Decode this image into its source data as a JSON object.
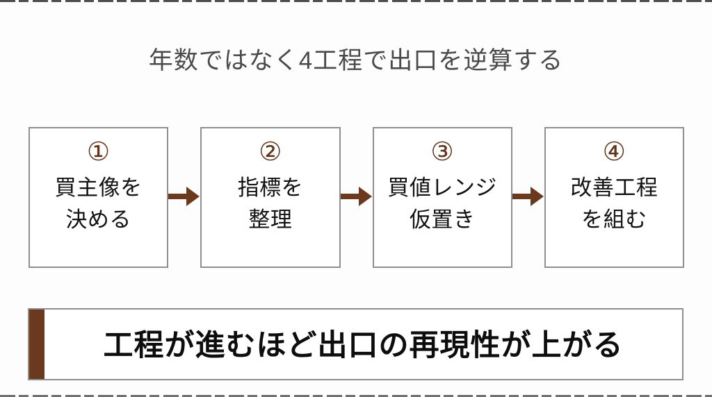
{
  "slide": {
    "title": "年数ではなく4工程で出口を逆算する",
    "steps": [
      {
        "number": "①",
        "line1": "買主像を",
        "line2": "決める"
      },
      {
        "number": "②",
        "line1": "指標を",
        "line2": "整理"
      },
      {
        "number": "③",
        "line1": "買値レンジ",
        "line2": "仮置き"
      },
      {
        "number": "④",
        "line1": "改善工程",
        "line2": "を組む"
      }
    ],
    "banner": {
      "text": "工程が進むほど出口の再現性が上がる"
    },
    "colors": {
      "accent_brown": "#6b3a1e",
      "number_brown": "#5f341a",
      "border_gray": "#8e8e8e",
      "title_gray": "#4a4a4a",
      "text_black": "#111111",
      "background": "#fdfdfd"
    }
  }
}
